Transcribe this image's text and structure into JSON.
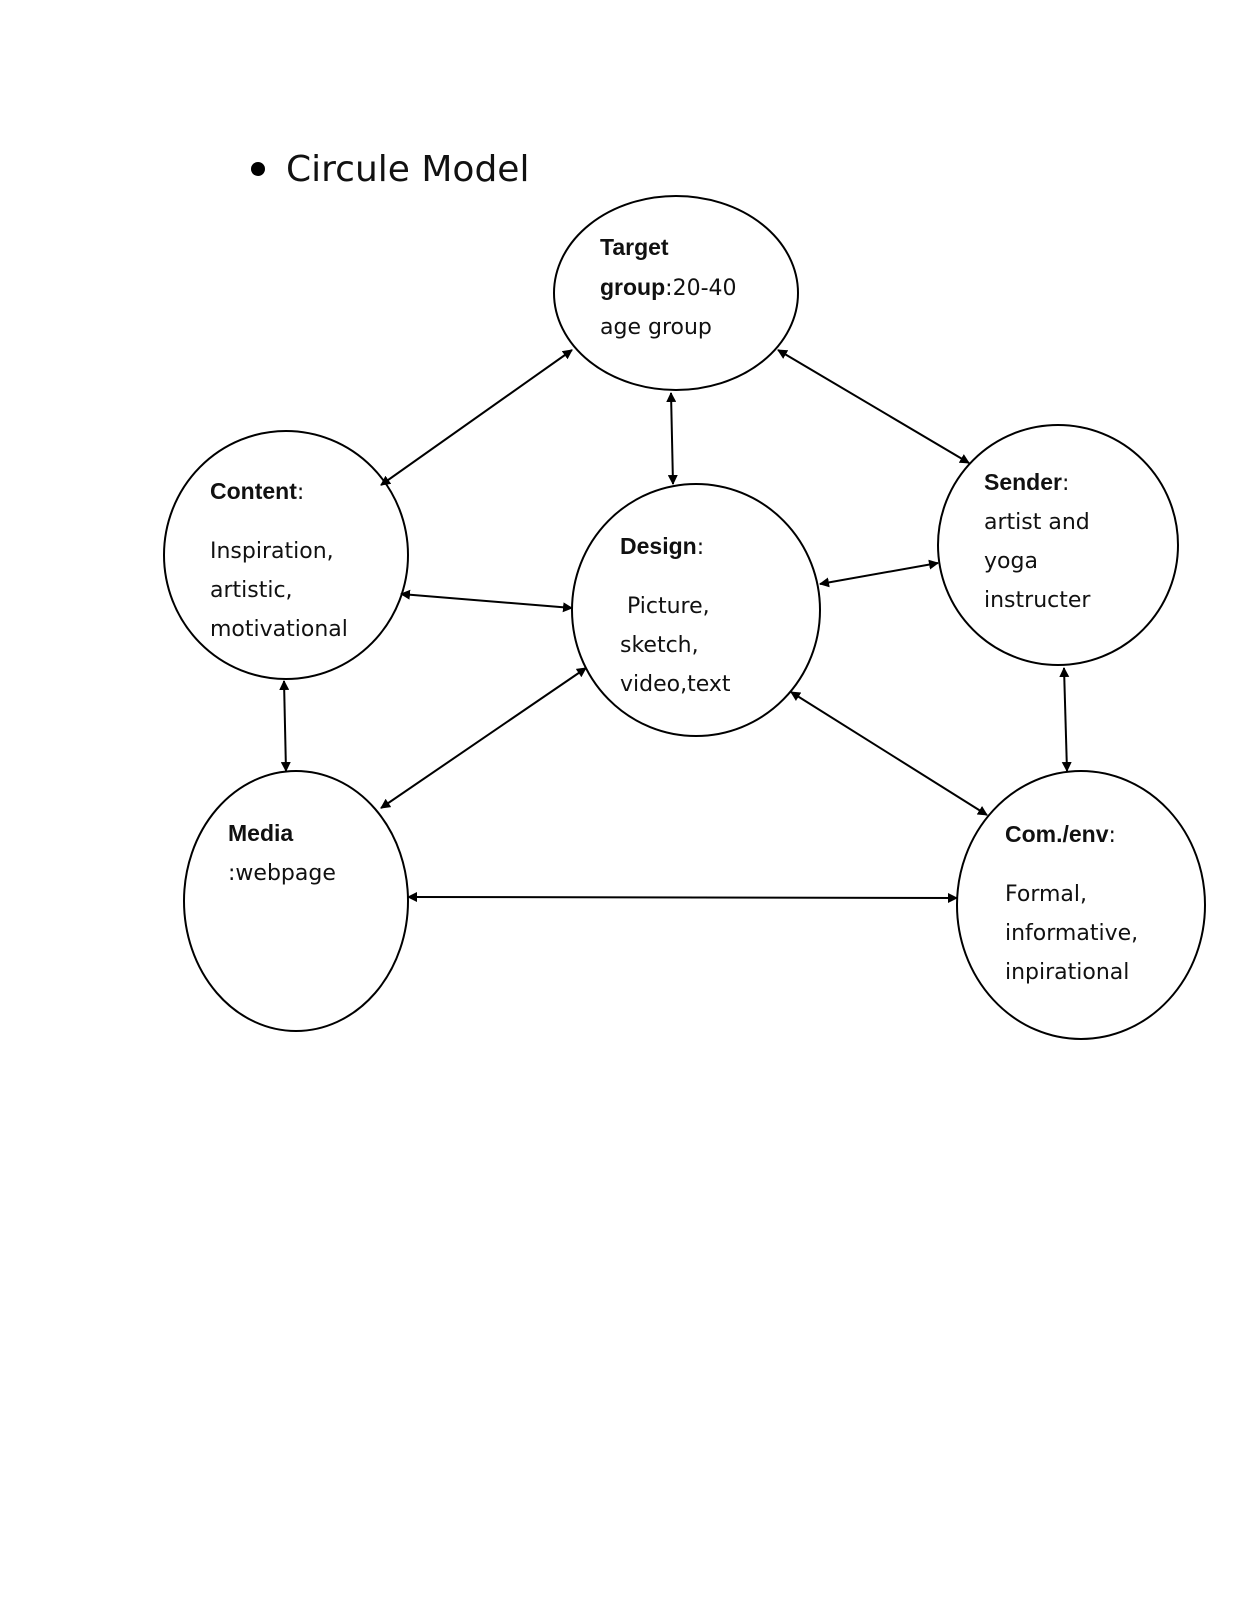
{
  "heading": {
    "text": "Circule Model"
  },
  "nodes": [
    {
      "id": "target",
      "lines": [
        {
          "bold": "Target",
          "rest": ""
        },
        {
          "bold": "group",
          "rest": ":20-40"
        },
        {
          "bold": "",
          "rest": "age group"
        }
      ]
    },
    {
      "id": "content",
      "lines": [
        {
          "bold": "Content",
          "rest": ":"
        },
        {
          "bold": "",
          "rest": "Inspiration,"
        },
        {
          "bold": "",
          "rest": "artistic,"
        },
        {
          "bold": "",
          "rest": "motivational"
        }
      ]
    },
    {
      "id": "design",
      "lines": [
        {
          "bold": "Design",
          "rest": ":"
        },
        {
          "bold": "",
          "rest": " Picture,"
        },
        {
          "bold": "",
          "rest": "sketch,"
        },
        {
          "bold": "",
          "rest": "video,text"
        }
      ]
    },
    {
      "id": "sender",
      "lines": [
        {
          "bold": "Sender",
          "rest": ":"
        },
        {
          "bold": "",
          "rest": "artist and"
        },
        {
          "bold": "",
          "rest": "yoga"
        },
        {
          "bold": "",
          "rest": "instructer"
        }
      ]
    },
    {
      "id": "media",
      "lines": [
        {
          "bold": "Media",
          "rest": ""
        },
        {
          "bold": "",
          "rest": ":webpage"
        }
      ]
    },
    {
      "id": "comenv",
      "lines": [
        {
          "bold": "Com./env",
          "rest": ":"
        },
        {
          "bold": "",
          "rest": "Formal,"
        },
        {
          "bold": "",
          "rest": "informative,"
        },
        {
          "bold": "",
          "rest": "inpirational"
        }
      ]
    }
  ],
  "edges": [
    {
      "from": "target",
      "to": "content",
      "arrows": "both"
    },
    {
      "from": "target",
      "to": "design",
      "arrows": "both"
    },
    {
      "from": "target",
      "to": "sender",
      "arrows": "both"
    },
    {
      "from": "content",
      "to": "design",
      "arrows": "both"
    },
    {
      "from": "design",
      "to": "sender",
      "arrows": "both"
    },
    {
      "from": "content",
      "to": "media",
      "arrows": "both"
    },
    {
      "from": "design",
      "to": "media",
      "arrows": "both"
    },
    {
      "from": "design",
      "to": "comenv",
      "arrows": "both"
    },
    {
      "from": "sender",
      "to": "comenv",
      "arrows": "both"
    },
    {
      "from": "media",
      "to": "comenv",
      "arrows": "both"
    }
  ],
  "colors": {
    "stroke": "#000000",
    "text": "#111111",
    "background": "#ffffff"
  }
}
